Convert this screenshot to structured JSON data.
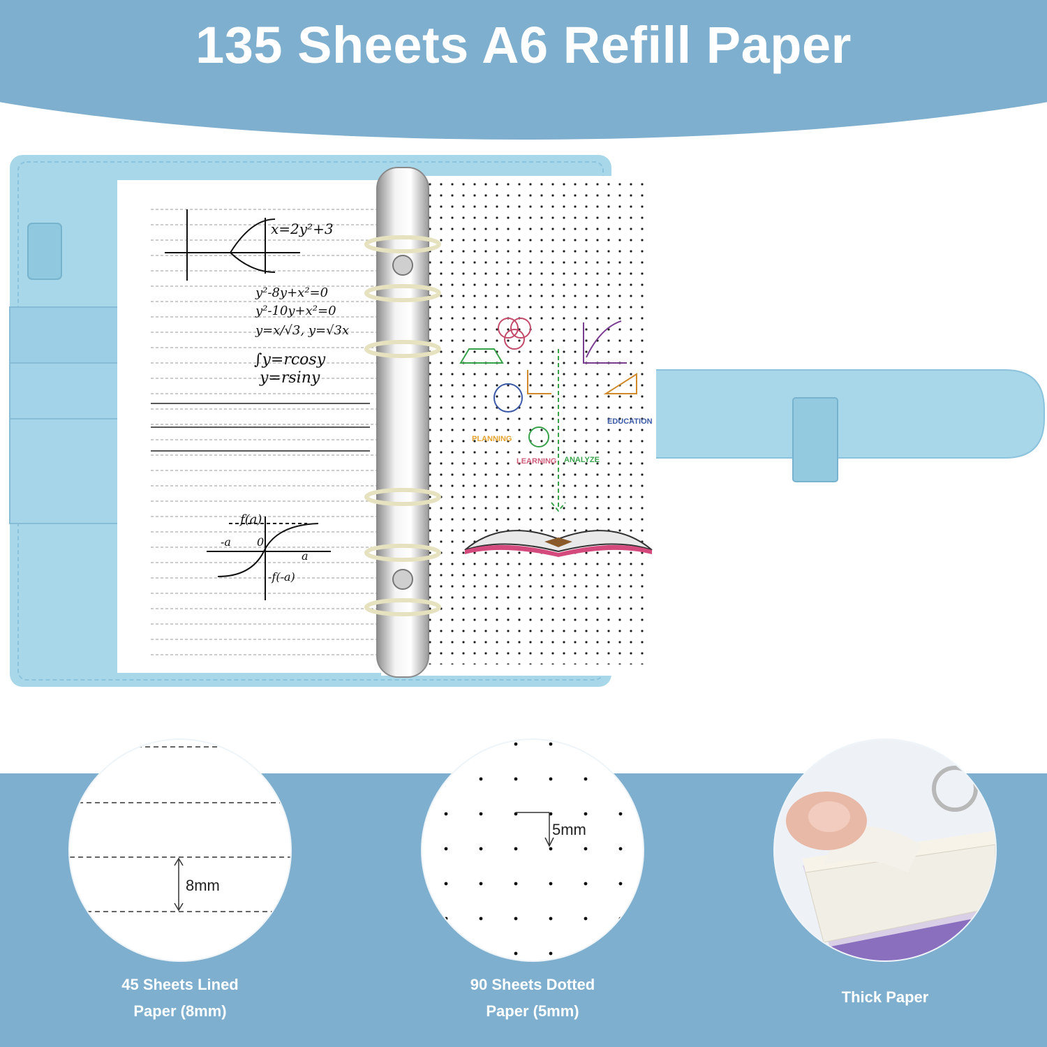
{
  "header": {
    "title": "135 Sheets A6 Refill Paper"
  },
  "colors": {
    "band": "#7fafce",
    "binder_cover": "#a9d7ea",
    "binder_dark": "#8cc3dc",
    "paper": "#ffffff",
    "rings": "#dcdcdc"
  },
  "left_page": {
    "notes": [
      "x=2y²+3",
      "y²-8y+x²=0",
      "y²-10y+x²=0",
      "y=x/√3, y=√3x",
      "∫y=rcosy",
      "y=rsiny",
      "f(a)",
      "-a",
      "0",
      "a",
      "-f(-a)"
    ]
  },
  "right_page": {
    "labels": [
      "PLANNING",
      "LEARNING",
      "ANALYZE",
      "EDUCATION"
    ]
  },
  "features": [
    {
      "caption_line1": "45 Sheets Lined",
      "caption_line2": "Paper (8mm)",
      "measure": "8mm",
      "icon": "lined-paper-icon"
    },
    {
      "caption_line1": "90 Sheets Dotted",
      "caption_line2": "Paper (5mm)",
      "measure": "5mm",
      "icon": "dotted-paper-icon"
    },
    {
      "caption_line1": "Thick Paper",
      "caption_line2": "",
      "measure": "",
      "icon": "thick-paper-icon"
    }
  ]
}
